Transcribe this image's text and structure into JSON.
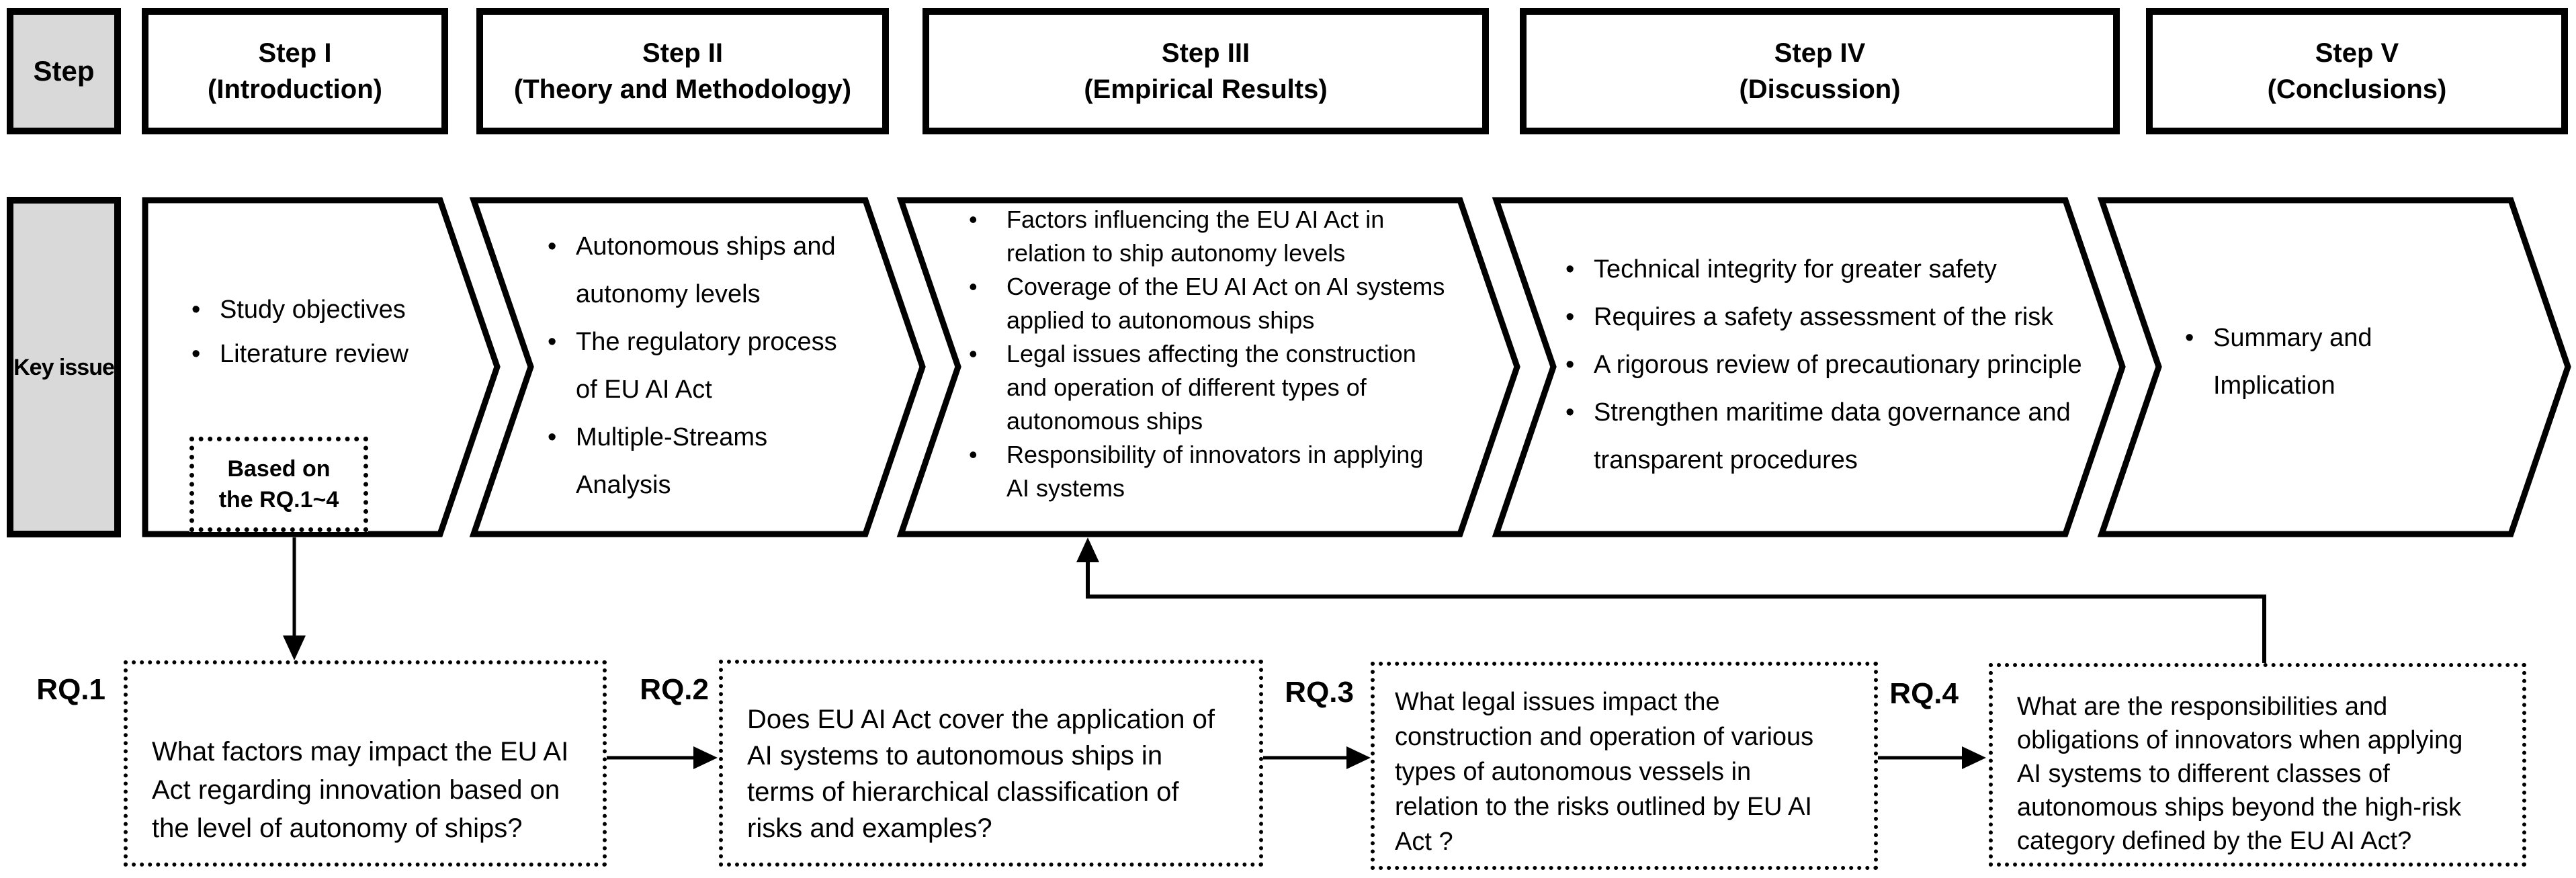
{
  "glyphs": {
    "bullet": "•"
  },
  "colors": {
    "label_fill": "#d9d9d9",
    "line_color": "#000000",
    "background": "#ffffff"
  },
  "header": {
    "row_label": "Step",
    "steps": [
      {
        "title": "Step I",
        "subtitle": "(Introduction)"
      },
      {
        "title": "Step II",
        "subtitle": "(Theory and Methodology)"
      },
      {
        "title": "Step III",
        "subtitle": "(Empirical Results)"
      },
      {
        "title": "Step IV",
        "subtitle": "(Discussion)"
      },
      {
        "title": "Step V",
        "subtitle": "(Conclusions)"
      }
    ]
  },
  "key_issue_row": {
    "row_label": "Key issue",
    "chevrons": [
      {
        "step": "Step I",
        "lines": [
          {
            "m": "•",
            "t": "Study objectives"
          },
          {
            "m": "•",
            "t": "Literature review"
          }
        ]
      },
      {
        "step": "Step II",
        "lines": [
          {
            "m": "•",
            "t": "Autonomous ships and"
          },
          {
            "m": "",
            "t": "autonomy levels"
          },
          {
            "m": "•",
            "t": "The regulatory process"
          },
          {
            "m": "",
            "t": "of EU AI Act"
          },
          {
            "m": "•",
            "t": "Multiple-Streams"
          },
          {
            "m": "",
            "t": "Analysis"
          }
        ]
      },
      {
        "step": "Step III",
        "lines": [
          {
            "m": "•",
            "t": "Factors influencing the EU AI Act in"
          },
          {
            "m": "",
            "t": "relation to ship autonomy levels"
          },
          {
            "m": "•",
            "t": "Coverage of the EU AI Act on AI systems"
          },
          {
            "m": "",
            "t": "applied to autonomous ships"
          },
          {
            "m": "•",
            "t": "Legal issues affecting the construction"
          },
          {
            "m": "",
            "t": "and operation of different types of"
          },
          {
            "m": "",
            "t": "autonomous ships"
          },
          {
            "m": "•",
            "t": "Responsibility of innovators in applying"
          },
          {
            "m": "",
            "t": "AI systems"
          }
        ]
      },
      {
        "step": "Step IV",
        "lines": [
          {
            "m": "•",
            "t": "Technical integrity for greater safety"
          },
          {
            "m": "•",
            "t": "Requires a safety assessment of the risk"
          },
          {
            "m": "•",
            "t": "A rigorous review of precautionary principle"
          },
          {
            "m": "•",
            "t": "Strengthen maritime data governance and"
          },
          {
            "m": "",
            "t": "transparent procedures"
          }
        ]
      },
      {
        "step": "Step V",
        "lines": [
          {
            "m": "•",
            "t": "Summary and"
          },
          {
            "m": "",
            "t": "Implication"
          }
        ]
      }
    ]
  },
  "based_on_note": {
    "line1": "Based on",
    "line2": "the RQ.1~4"
  },
  "research_questions": [
    {
      "label": "RQ.1",
      "lines": [
        "What factors may impact the EU AI",
        "Act regarding innovation based on",
        "the level of autonomy of ships?"
      ]
    },
    {
      "label": "RQ.2",
      "lines": [
        "Does EU AI Act cover the application of",
        "AI systems to autonomous ships in",
        "terms of hierarchical classification of",
        "risks and examples?"
      ]
    },
    {
      "label": "RQ.3",
      "lines": [
        "What legal issues impact the",
        "construction and operation of various",
        "types of autonomous vessels in",
        "relation to the risks outlined by EU AI",
        "Act ?"
      ]
    },
    {
      "label": "RQ.4",
      "lines": [
        "What are the responsibilities and",
        "obligations of innovators when applying",
        "AI systems to different classes of",
        "autonomous ships beyond the high-risk",
        "category defined by the EU AI Act?"
      ]
    }
  ]
}
